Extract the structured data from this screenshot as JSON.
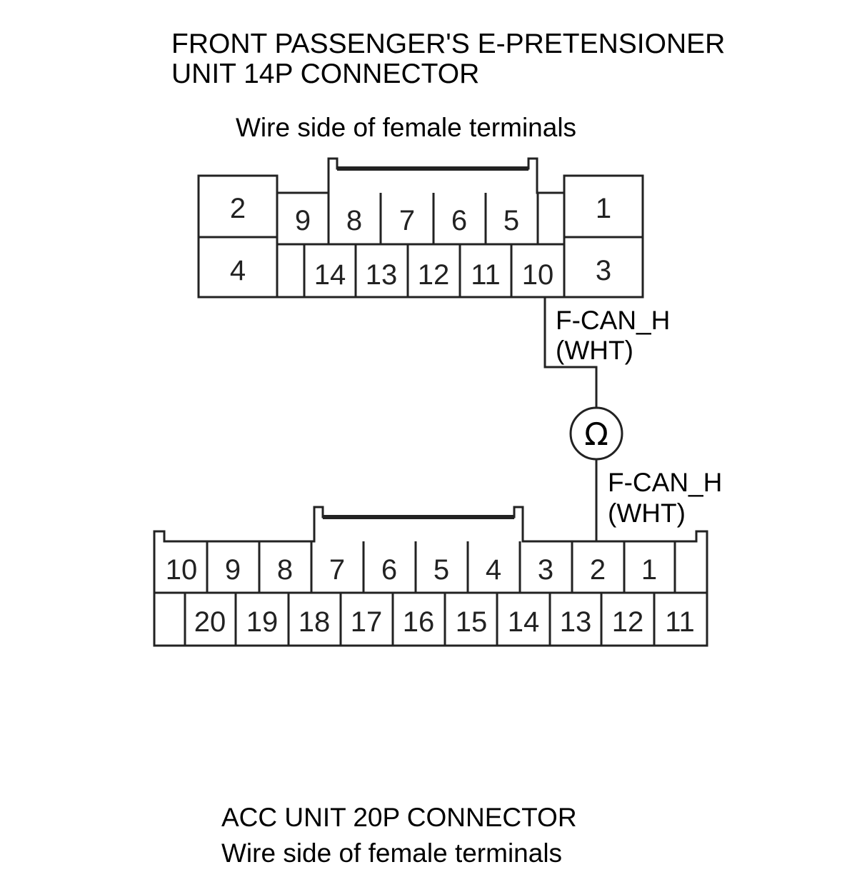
{
  "titles": {
    "top_connector_line1": "FRONT PASSENGER'S E-PRETENSIONER",
    "top_connector_line2": "UNIT 14P CONNECTOR",
    "top_view": "Wire side of female terminals",
    "bottom_connector": "ACC UNIT 20P CONNECTOR",
    "bottom_view": "Wire side of female terminals"
  },
  "wires": {
    "top_label_line1": "F-CAN_H",
    "top_label_line2": "(WHT)",
    "bottom_label_line1": "F-CAN_H",
    "bottom_label_line2": "(WHT)"
  },
  "meter": {
    "symbol": "Ω",
    "icon": "ohmmeter-icon"
  },
  "connector_14p": {
    "outer_row1_left": "2",
    "outer_row2_left": "4",
    "outer_row1_right": "1",
    "outer_row2_right": "3",
    "center_row1": [
      "9",
      "8",
      "7",
      "6",
      "5"
    ],
    "center_row2": [
      "14",
      "13",
      "12",
      "11",
      "10"
    ],
    "probed_pin": "10"
  },
  "connector_20p": {
    "row1": [
      "10",
      "9",
      "8",
      "7",
      "6",
      "5",
      "4",
      "3",
      "2",
      "1"
    ],
    "row2": [
      "20",
      "19",
      "18",
      "17",
      "16",
      "15",
      "14",
      "13",
      "12",
      "11"
    ],
    "probed_pin": "2"
  }
}
